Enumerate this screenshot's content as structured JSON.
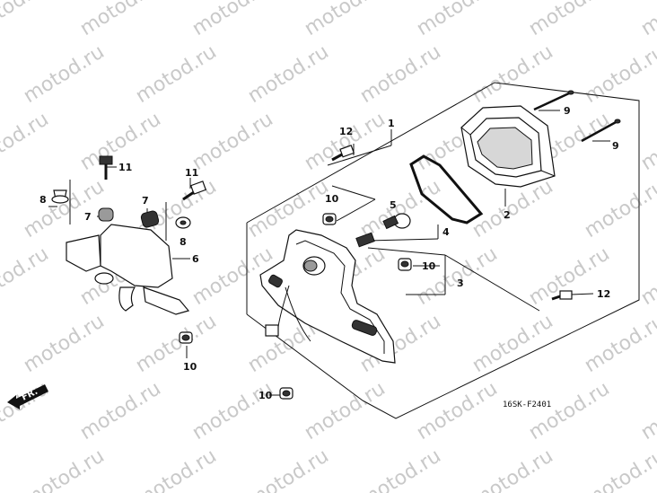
{
  "watermark": "motod.ru",
  "callouts": {
    "n1": "1",
    "n2": "2",
    "n3": "3",
    "n4": "4",
    "n5": "5",
    "n6": "6",
    "n7a": "7",
    "n7b": "7",
    "n8a": "8",
    "n8b": "8",
    "n9a": "9",
    "n9b": "9",
    "n10a": "10",
    "n10b": "10",
    "n10c": "10",
    "n10d": "10",
    "n11a": "11",
    "n11b": "11",
    "n12a": "12",
    "n12b": "12"
  },
  "direction_label": "FR.",
  "diagram_code": "16SK-F2401",
  "colors": {
    "ink": "#111111",
    "watermark": "#c9c9c9"
  }
}
